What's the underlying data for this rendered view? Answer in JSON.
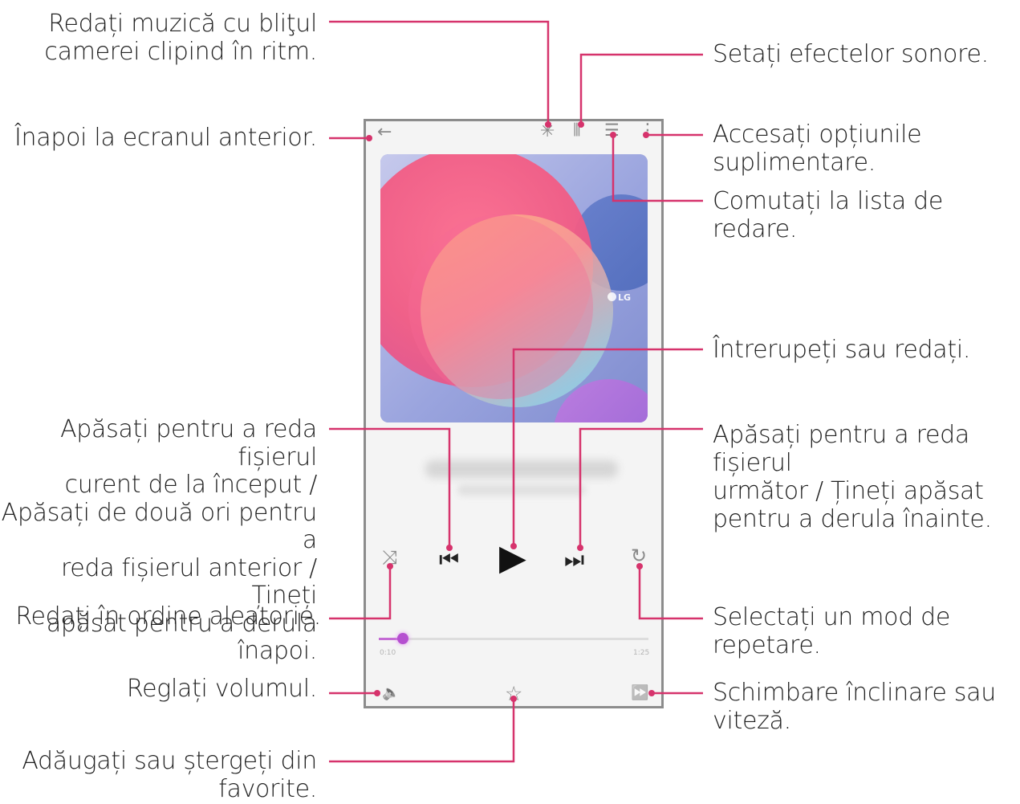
{
  "labels": {
    "flash_music": "Redați muzică cu bliţul\ncamerei clipind în ritm.",
    "sound_effects": "Setați efectelor sonore.",
    "back": "Înapoi la ecranul anterior.",
    "more_options": "Accesați opțiunile\nsuplimentare.",
    "playlist": "Comutați la lista de redare.",
    "pause_play": "Întrerupeți sau redați.",
    "previous": "Apăsați pentru a reda fișierul\ncurent de la început /\nApăsați de două ori pentru a\nreda fișierul anterior / Țineți\napăsat pentru a derula\nînapoi.",
    "next": "Apăsați pentru a reda fișierul\nurmător / Țineți apăsat\npentru a derula înainte.",
    "shuffle": "Redați în ordine aleatorie.",
    "repeat": "Selectați un mod de\nrepetare.",
    "volume": "Reglați volumul.",
    "speed": "Schimbare înclinare sau\nviteză.",
    "favorite": "Adăugați sau ștergeți din\nfavorite."
  },
  "player": {
    "logo_text": "LG",
    "time_elapsed": "0:10",
    "time_total": "1:25",
    "progress_fraction": 0.09
  },
  "icons": {
    "back": "←",
    "flash": "✳",
    "equalizer": "⦀",
    "playlist": "☰",
    "more": "⋮",
    "shuffle": "⤨",
    "previous": "⏮",
    "play": "▶",
    "next": "⏭",
    "repeat": "↻",
    "volume": "🔈",
    "favorite": "☆",
    "speed": "⏩"
  },
  "colors": {
    "callout_line": "#d6336c",
    "callout_dot": "#d6336c"
  }
}
